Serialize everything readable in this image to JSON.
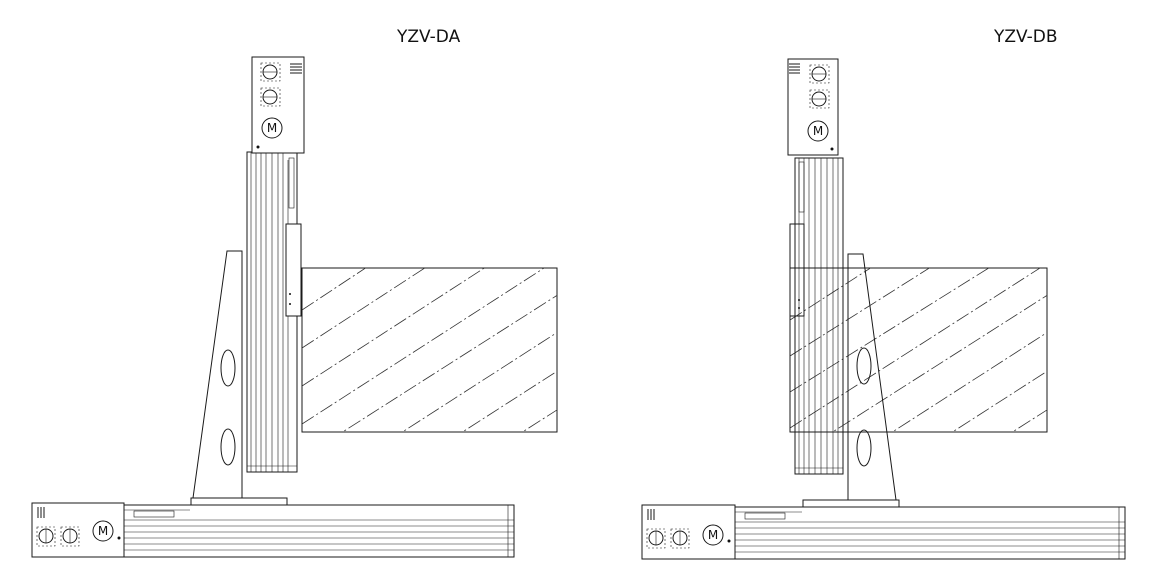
{
  "drawings": [
    {
      "label": "YZV-DA",
      "motor_symbol": "M"
    },
    {
      "label": "YZV-DB",
      "motor_symbol": "M"
    }
  ]
}
